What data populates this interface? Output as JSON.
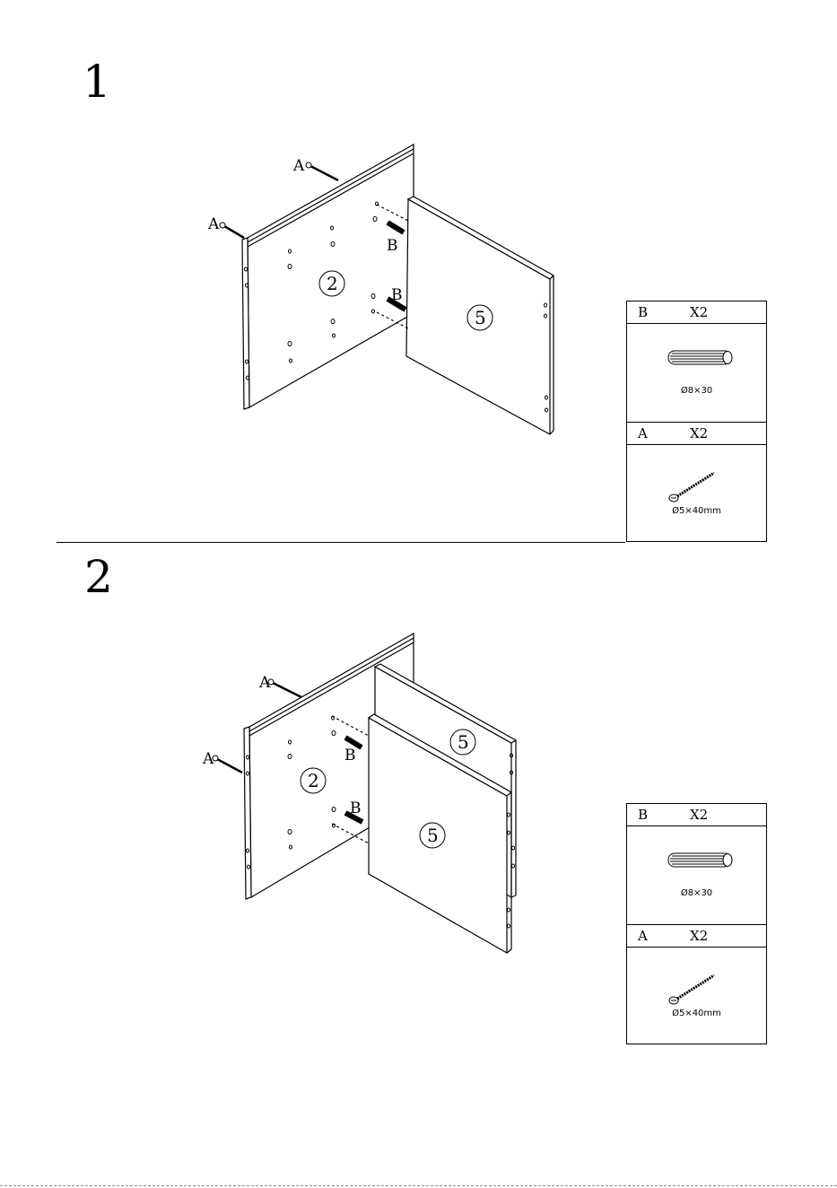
{
  "steps": [
    {
      "number": "1",
      "labels": {
        "screw": "A",
        "dowel": "B",
        "panel_side": "2",
        "panel_shelf": "5"
      },
      "parts": [
        {
          "code": "B",
          "qty": "X2",
          "spec": "Ø8×30",
          "icon": "dowel-icon"
        },
        {
          "code": "A",
          "qty": "X2",
          "spec": "Ø5×40mm",
          "icon": "screw-icon"
        }
      ]
    },
    {
      "number": "2",
      "labels": {
        "screw": "A",
        "dowel": "B",
        "panel_side": "2",
        "panel_shelf": "5"
      },
      "parts": [
        {
          "code": "B",
          "qty": "X2",
          "spec": "Ø8×30",
          "icon": "dowel-icon"
        },
        {
          "code": "A",
          "qty": "X2",
          "spec": "Ø5×40mm",
          "icon": "screw-icon"
        }
      ]
    }
  ]
}
